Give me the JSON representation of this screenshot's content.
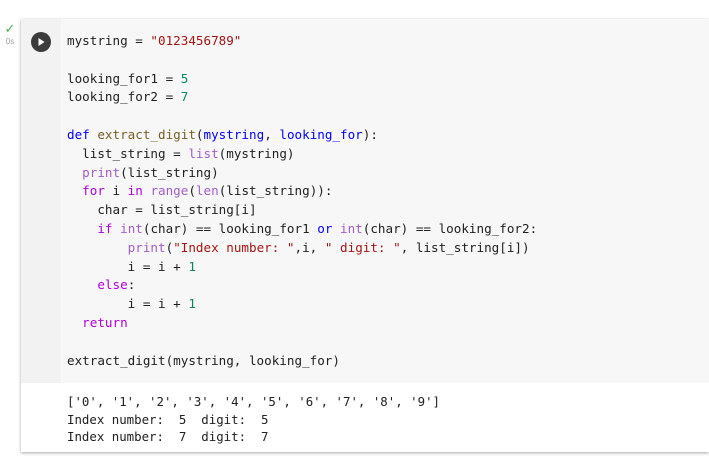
{
  "cell": {
    "status_check": "✓",
    "exec_time": "0s",
    "run_button_icon": "play-icon",
    "code_lines": [
      {
        "tokens": [
          [
            "",
            "mystring = "
          ],
          [
            "str",
            "\"0123456789\""
          ]
        ]
      },
      {
        "tokens": []
      },
      {
        "tokens": [
          [
            "",
            "looking_for1 = "
          ],
          [
            "num",
            "5"
          ]
        ]
      },
      {
        "tokens": [
          [
            "",
            "looking_for2 = "
          ],
          [
            "num",
            "7"
          ]
        ]
      },
      {
        "tokens": []
      },
      {
        "tokens": [
          [
            "kw2",
            "def "
          ],
          [
            "fn",
            "extract_digit"
          ],
          [
            "",
            "("
          ],
          [
            "kw2",
            "mystring"
          ],
          [
            "",
            ", "
          ],
          [
            "kw2",
            "looking_for"
          ],
          [
            "",
            "):"
          ]
        ]
      },
      {
        "tokens": [
          [
            "",
            "  list_string = "
          ],
          [
            "bi",
            "list"
          ],
          [
            "",
            "(mystring)"
          ]
        ]
      },
      {
        "tokens": [
          [
            "",
            "  "
          ],
          [
            "bi",
            "print"
          ],
          [
            "",
            "(list_string)"
          ]
        ]
      },
      {
        "tokens": [
          [
            "",
            "  "
          ],
          [
            "kw",
            "for"
          ],
          [
            "",
            " i "
          ],
          [
            "kw",
            "in"
          ],
          [
            "",
            " "
          ],
          [
            "bi",
            "range"
          ],
          [
            "",
            "("
          ],
          [
            "bi",
            "len"
          ],
          [
            "",
            "(list_string)):"
          ]
        ]
      },
      {
        "tokens": [
          [
            "",
            "    char = list_string[i]"
          ]
        ]
      },
      {
        "tokens": [
          [
            "",
            "    "
          ],
          [
            "kw",
            "if"
          ],
          [
            "",
            " "
          ],
          [
            "bi",
            "int"
          ],
          [
            "",
            "(char) == looking_for1 "
          ],
          [
            "kw2",
            "or"
          ],
          [
            "",
            " "
          ],
          [
            "bi",
            "int"
          ],
          [
            "",
            "(char) == looking_for2:"
          ]
        ]
      },
      {
        "tokens": [
          [
            "",
            "        "
          ],
          [
            "bi",
            "print"
          ],
          [
            "",
            "("
          ],
          [
            "str",
            "\"Index number: \""
          ],
          [
            "",
            ",i, "
          ],
          [
            "str",
            "\" digit: \""
          ],
          [
            "",
            ", list_string[i])"
          ]
        ]
      },
      {
        "tokens": [
          [
            "",
            "        i = i + "
          ],
          [
            "num",
            "1"
          ]
        ]
      },
      {
        "tokens": [
          [
            "",
            "    "
          ],
          [
            "kw",
            "else"
          ],
          [
            "",
            ":"
          ]
        ]
      },
      {
        "tokens": [
          [
            "",
            "        i = i + "
          ],
          [
            "num",
            "1"
          ]
        ]
      },
      {
        "tokens": [
          [
            "",
            "  "
          ],
          [
            "kw",
            "return"
          ]
        ]
      },
      {
        "tokens": []
      },
      {
        "tokens": [
          [
            "",
            "extract_digit(mystring, looking_for)"
          ]
        ]
      }
    ],
    "output_lines": [
      "['0', '1', '2', '3', '4', '5', '6', '7', '8', '9']",
      "Index number:  5  digit:  5",
      "Index number:  7  digit:  7"
    ]
  }
}
